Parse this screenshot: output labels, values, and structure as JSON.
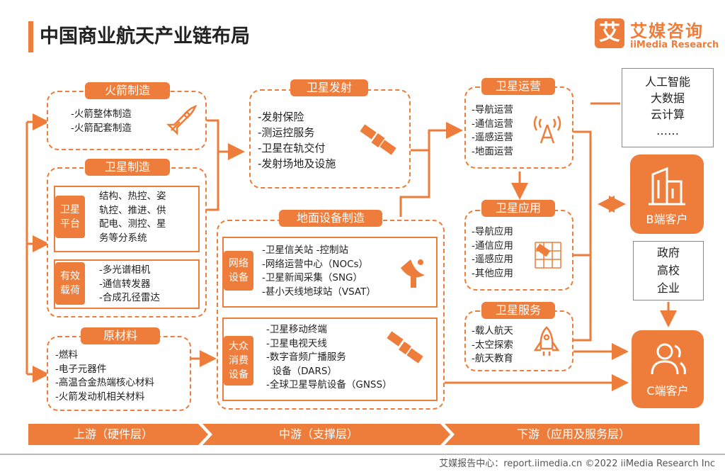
{
  "title": "中国商业航天产业链布局",
  "brand": {
    "logo_char": "艾",
    "name_cn": "艾媒咨询",
    "name_en": "iiMedia Research"
  },
  "rocket": {
    "label": "火箭制造",
    "items": [
      "-火箭整体制造",
      "-火箭配套制造"
    ]
  },
  "satellite_mfg": {
    "label": "卫星制造",
    "platform_label": "卫星\n平台",
    "platform_items": [
      "结构、热控、姿",
      "轨控、推进、供",
      "配电、测控、星",
      "务等分系统"
    ],
    "payload_label": "有效\n载荷",
    "payload_items": [
      "-多光谱相机",
      "-通信转发器",
      "-合成孔径雷达"
    ]
  },
  "raw": {
    "label": "原材料",
    "items": [
      "-燃料",
      "-电子元器件",
      "-高温合金热端核心材料",
      "-火箭发动机相关材料"
    ]
  },
  "launch": {
    "label": "卫星发射",
    "items": [
      "-发射保险",
      "-测运控服务",
      "-卫星在轨交付",
      "-发射场地及设施"
    ]
  },
  "ground": {
    "label": "地面设备制造",
    "network_label": "网络\n设备",
    "network_items": [
      "-卫星信关站   -控制站",
      "-网络运营中心（NOCs）",
      "-卫星新闻采集（SNG）",
      "-甚小天线地球站（VSAT）"
    ],
    "consumer_label": "大众\n消费\n设备",
    "consumer_items": [
      "-卫星移动终端",
      "-卫星电视天线",
      "-数字音频广播服务",
      "  设备（DARS）",
      "-全球卫星导航设备（GNSS）"
    ]
  },
  "ops": {
    "label": "卫星运营",
    "items": [
      "-导航运营",
      "-通信运营",
      "-遥感运营",
      "-地面运营"
    ]
  },
  "apps": {
    "label": "卫星应用",
    "items": [
      "-导航应用",
      "-通信应用",
      "-遥感应用",
      "-其他应用"
    ]
  },
  "services": {
    "label": "卫星服务",
    "items": [
      "-载人航天",
      "-太空探索",
      "-航天教育"
    ]
  },
  "tech": {
    "items": [
      "人工智能",
      "大数据",
      "云计算",
      "……"
    ]
  },
  "b_client": {
    "label": "B端客户"
  },
  "gov": {
    "items": [
      "政府",
      "高校",
      "企业"
    ]
  },
  "c_client": {
    "label": "C端客户"
  },
  "stages": [
    "上游（硬件层）",
    "中游（支撑层）",
    "下游（应用及服务层）"
  ],
  "footer": "艾媒报告中心：report.iimedia.cn  ©2022  iiMedia Research  Inc",
  "colors": {
    "accent": "#ee7d3b"
  }
}
